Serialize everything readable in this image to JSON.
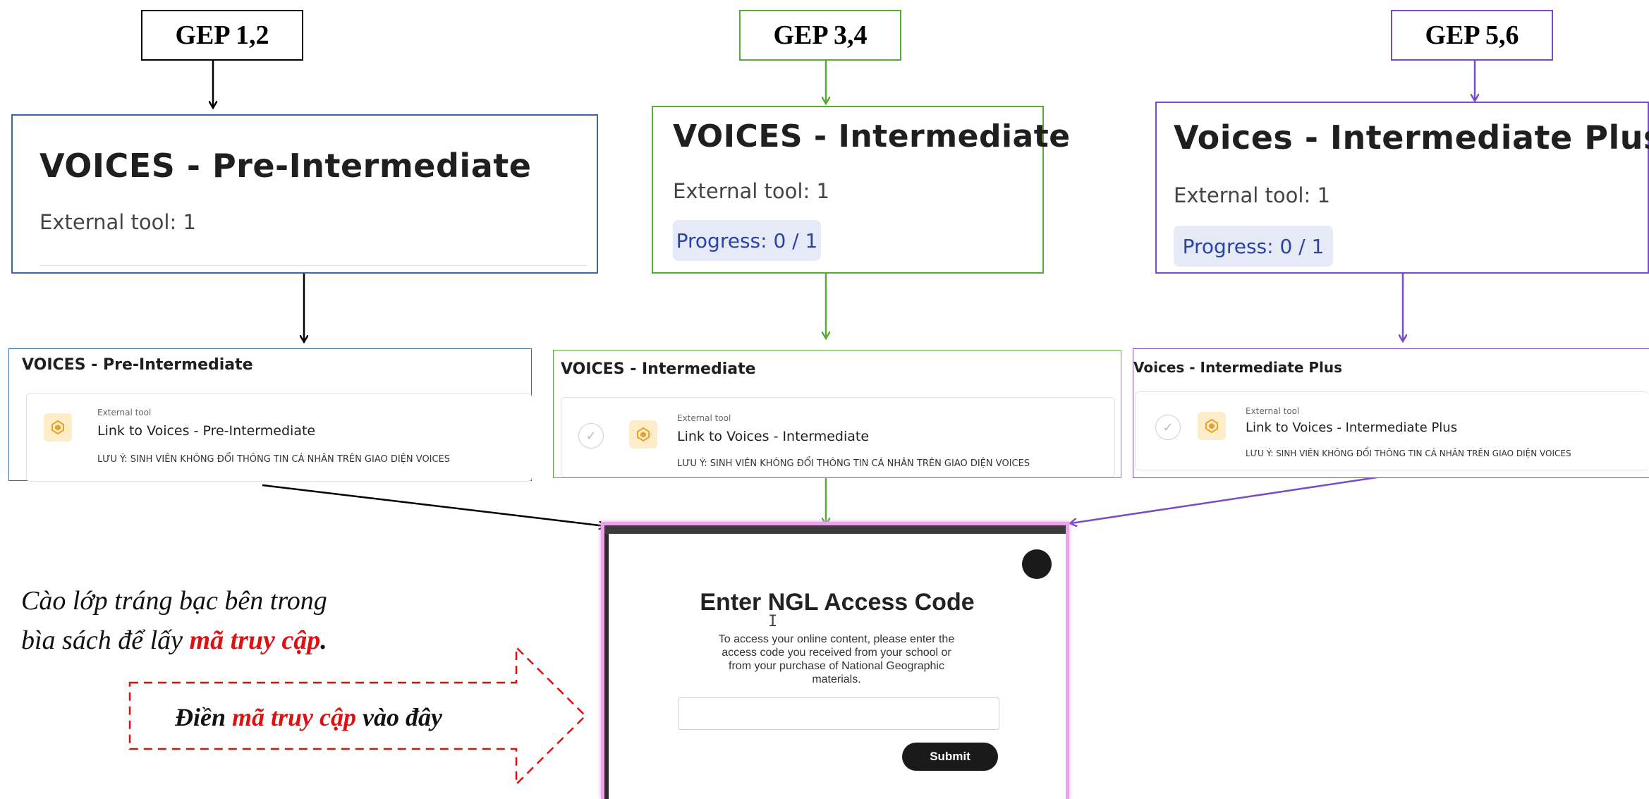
{
  "columns": [
    {
      "gep_label": "GEP 1,2",
      "card_title": "VOICES - Pre-Intermediate",
      "card_meta": "External tool: 1",
      "panel_title": "VOICES - Pre-Intermediate",
      "activity_type": "External tool",
      "activity_link": "Link to Voices - Pre-Intermediate",
      "activity_note": "LƯU Ý: SINH VIÊN KHÔNG ĐỔI THÔNG TIN CÁ NHÂN TRÊN GIAO DIỆN VOICES",
      "color": "#000000"
    },
    {
      "gep_label": "GEP 3,4",
      "card_title": "VOICES - Intermediate",
      "card_meta": "External tool: 1",
      "progress": "Progress: 0 / 1",
      "panel_title": "VOICES - Intermediate",
      "activity_type": "External tool",
      "activity_link": "Link to Voices - Intermediate",
      "activity_note": "LƯU Ý: SINH VIÊN KHÔNG ĐỔI THÔNG TIN CÁ NHÂN TRÊN GIAO DIỆN VOICES",
      "color": "#5aaa3a"
    },
    {
      "gep_label": "GEP 5,6",
      "card_title": "Voices - Intermediate Plus",
      "card_meta": "External tool: 1",
      "progress": "Progress: 0 / 1",
      "panel_title": "Voices - Intermediate Plus",
      "activity_type": "External tool",
      "activity_link": "Link to Voices - Intermediate Plus",
      "activity_note": "LƯU Ý: SINH VIÊN KHÔNG ĐỔI THÔNG TIN CÁ NHÂN TRÊN GIAO DIỆN VOICES",
      "color": "#7b4bc4"
    }
  ],
  "instruction": {
    "line1": "Cào lớp tráng bạc bên trong",
    "line2_prefix": "bìa sách để lấy ",
    "line2_highlight": "mã truy cập",
    "line2_suffix": "."
  },
  "fill_arrow": {
    "prefix": "Điền ",
    "highlight": "mã truy cập",
    "suffix": " vào đây"
  },
  "modal": {
    "title": "Enter NGL Access Code",
    "description": "To access your online content, please enter the access code you received from your school or from your purchase of National Geographic materials.",
    "input_value": "",
    "submit_label": "Submit"
  },
  "colors": {
    "black": "#000000",
    "blue_border": "#3a6a9a",
    "green": "#5aaa3a",
    "purple": "#7b4bc4",
    "highlight_red": "#e01010",
    "modal_glow": "#e9a3e6"
  }
}
